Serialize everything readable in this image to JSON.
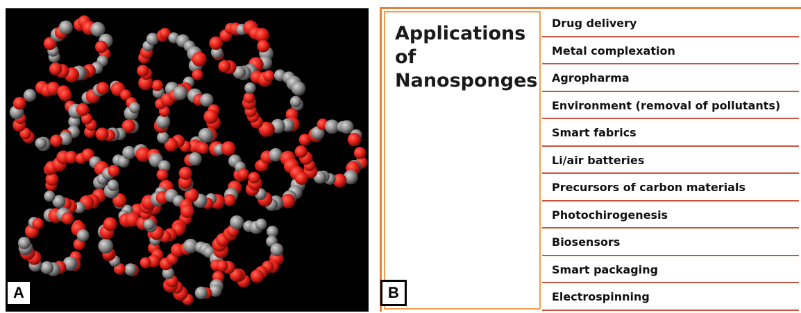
{
  "panel_a": {
    "label": "A",
    "image": "space-filling molecular model of nanosponge structure",
    "colors": {
      "oxygen": "#e8221a",
      "carbon": "#8c8c8c",
      "background": "#000000"
    }
  },
  "panel_b": {
    "label": "B",
    "title": "Applications\nof\nNanosponges",
    "applications": [
      "Drug delivery",
      "Metal complexation",
      "Agropharma",
      "Environment (removal of pollutants)",
      "Smart fabrics",
      "Li/air batteries",
      "Precursors of carbon materials",
      "Photochirogenesis",
      "Biosensors",
      "Smart packaging",
      "Electrospinning"
    ],
    "colors": {
      "border": "#e8823a",
      "row_line": "#c8563f"
    }
  }
}
